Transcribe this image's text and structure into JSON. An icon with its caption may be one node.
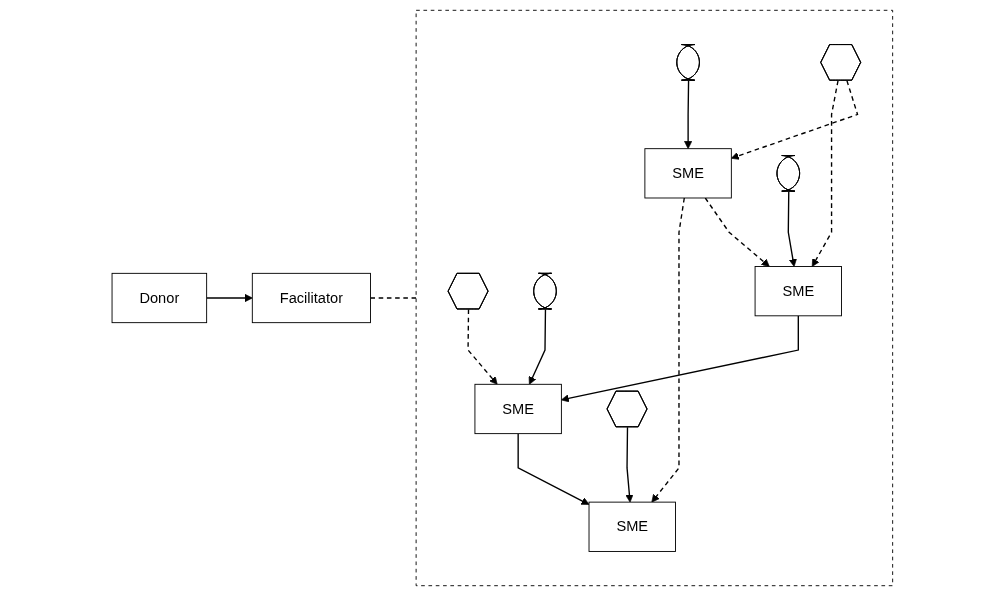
{
  "diagram": {
    "nodes": [
      {
        "text": [
          "Donor"
        ]
      },
      {
        "text": [
          "Facilitator"
        ]
      },
      {
        "text": [],
        "shape": "box"
      },
      {
        "text": [],
        "shape": "hexagon",
        "in": 2
      },
      {
        "text": [],
        "shape": "ellipse",
        "in": 2
      },
      {
        "text": [
          "SME"
        ],
        "in": 2
      },
      {
        "text": [
          "SME"
        ],
        "in": 2
      },
      {
        "text": [],
        "shape": "ellipse",
        "in": 2
      },
      {
        "text": [],
        "shape": "hexagon",
        "in": 2
      },
      {
        "text": [
          "SME"
        ],
        "in": 2
      },
      {
        "text": [
          "SME"
        ],
        "in": 2
      },
      {
        "text": [],
        "shape": "ellipse",
        "in": 2
      },
      {
        "text": [],
        "shape": "hexagon",
        "in": 2
      }
    ],
    "edges": [
      {
        "from": 0,
        "to": 1,
        "arrow": "to"
      },
      {
        "from": 1,
        "to": 2,
        "arrow": "none",
        "style": "dashed"
      },
      {
        "from": 3,
        "to": 5,
        "arrow": "to",
        "style": "dashed"
      },
      {
        "from": 4,
        "to": 5,
        "arrow": "to"
      },
      {
        "from": 5,
        "to": 6,
        "arrow": "to"
      },
      {
        "from": 8,
        "to": 6,
        "arrow": "to"
      },
      {
        "from": 10,
        "to": 6,
        "arrow": "to",
        "style": "dashed"
      },
      {
        "from": 9,
        "to": 5,
        "arrow": "to"
      },
      {
        "from": 7,
        "to": 10,
        "arrow": "to"
      },
      {
        "from": 10,
        "to": 9,
        "arrow": "to",
        "style": "dashed"
      },
      {
        "from": 12,
        "to": 9,
        "arrow": "to",
        "style": "dashed"
      },
      {
        "from": 12,
        "to": 10,
        "arrow": "to",
        "style": "dashed"
      },
      {
        "from": 11,
        "to": 9,
        "arrow": "to"
      }
    ]
  }
}
